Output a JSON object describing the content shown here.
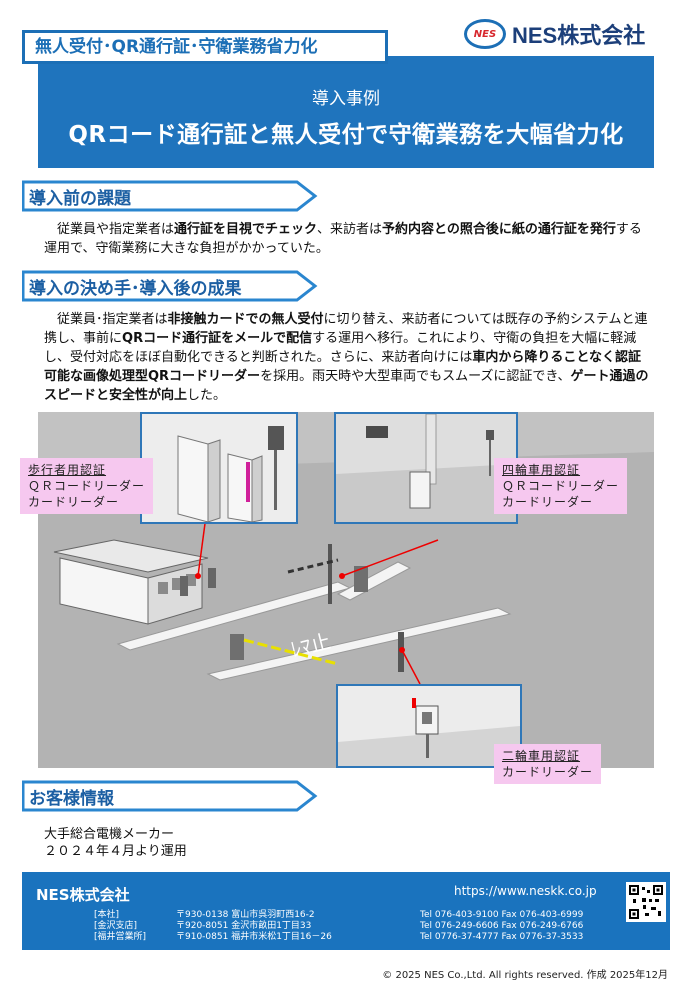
{
  "header": {
    "tag": "無人受付･QR通行証･守衛業務省力化",
    "logo_mark": "NES",
    "logo_text": "NES株式会社",
    "subtitle": "導入事例",
    "title": "QRコード通行証と無人受付で守衛業務を大幅省力化"
  },
  "sections": {
    "issue": {
      "heading": "導入前の課題",
      "segments": [
        {
          "t": "従業員や指定業者は",
          "b": false
        },
        {
          "t": "通行証を目視でチェック",
          "b": true
        },
        {
          "t": "、来訪者は",
          "b": false
        },
        {
          "t": "予約内容との照合後に紙の通行証を発行",
          "b": true
        },
        {
          "t": "する運用で、守衛業務に大きな負担がかかっていた。",
          "b": false
        }
      ]
    },
    "result": {
      "heading": "導入の決め手･導入後の成果",
      "segments": [
        {
          "t": "従業員･指定業者は",
          "b": false
        },
        {
          "t": "非接触カードでの無人受付",
          "b": true
        },
        {
          "t": "に切り替え、来訪者については既存の予約システムと連携し、事前に",
          "b": false
        },
        {
          "t": "QRコード通行証をメールで配信",
          "b": true
        },
        {
          "t": "する運用へ移行。これにより、守衛の負担を大幅に軽減し、受付対応をほぼ自動化できると判断された。さらに、来訪者向けには",
          "b": false
        },
        {
          "t": "車内から降りることなく認証可能な画像処理型QRコードリーダー",
          "b": true
        },
        {
          "t": "を採用。雨天時や大型車両でもスムーズに認証でき、",
          "b": false
        },
        {
          "t": "ゲート通過のスピードと安全性が向上",
          "b": true
        },
        {
          "t": "した。",
          "b": false
        }
      ]
    },
    "customer": {
      "heading": "お客様情報",
      "lines": [
        "大手総合電機メーカー",
        "２０２４年４月より運用"
      ]
    }
  },
  "figure": {
    "labels": {
      "pedestrian": {
        "title": "歩行者用認証",
        "lines": [
          "ＱＲコードリーダー",
          "カードリーダー"
        ]
      },
      "car": {
        "title": "四輪車用認証",
        "lines": [
          "ＱＲコードリーダー",
          "カードリーダー"
        ]
      },
      "bike": {
        "title": "二輪車用認証",
        "lines": [
          "カードリーダー"
        ]
      }
    }
  },
  "footer": {
    "company": "NES株式会社",
    "url": "https://www.neskk.co.jp",
    "offices": [
      {
        "name": "[本社]",
        "address": "〒930-0138 富山市呉羽町西16-2",
        "tel": "Tel 076-403-9100  Fax 076-403-6999"
      },
      {
        "name": "[金沢支店]",
        "address": "〒920-8051 金沢市畝田1丁目33",
        "tel": "Tel 076-249-6606  Fax 076-249-6766"
      },
      {
        "name": "[福井営業所]",
        "address": "〒910-0851 福井市米松1丁目16－26",
        "tel": "Tel 0776-37-4777  Fax 0776-37-3533"
      }
    ],
    "copyright": "© 2025 NES Co.,Ltd. All rights reserved. 作成 2025年12月"
  }
}
